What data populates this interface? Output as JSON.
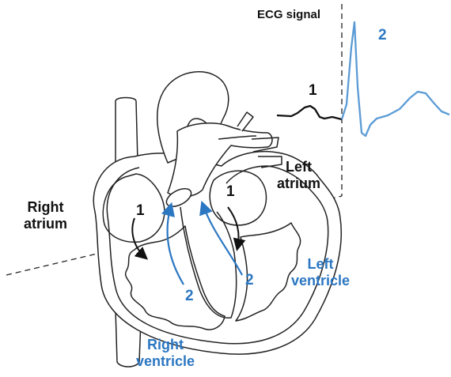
{
  "ecg": {
    "title": "ECG signal",
    "phase1_marker": "1",
    "phase2_marker": "2"
  },
  "chambers": {
    "right_atrium": {
      "line1": "Right",
      "line2": "atrium"
    },
    "left_atrium": {
      "line1": "Left",
      "line2": "atrium"
    },
    "right_ventricle": {
      "line1": "Right",
      "line2": "ventricle"
    },
    "left_ventricle": {
      "line1": "Left",
      "line2": "ventricle"
    }
  },
  "flow_markers": {
    "right_atrium_to_ventricle": "1",
    "left_atrium_to_ventricle": "1",
    "right_ventricle_out": "2",
    "left_ventricle_out": "2"
  },
  "colors": {
    "phase1": "#111111",
    "phase2": "#2b77c2",
    "ecg_trace_blue": "#5b9bd5"
  }
}
